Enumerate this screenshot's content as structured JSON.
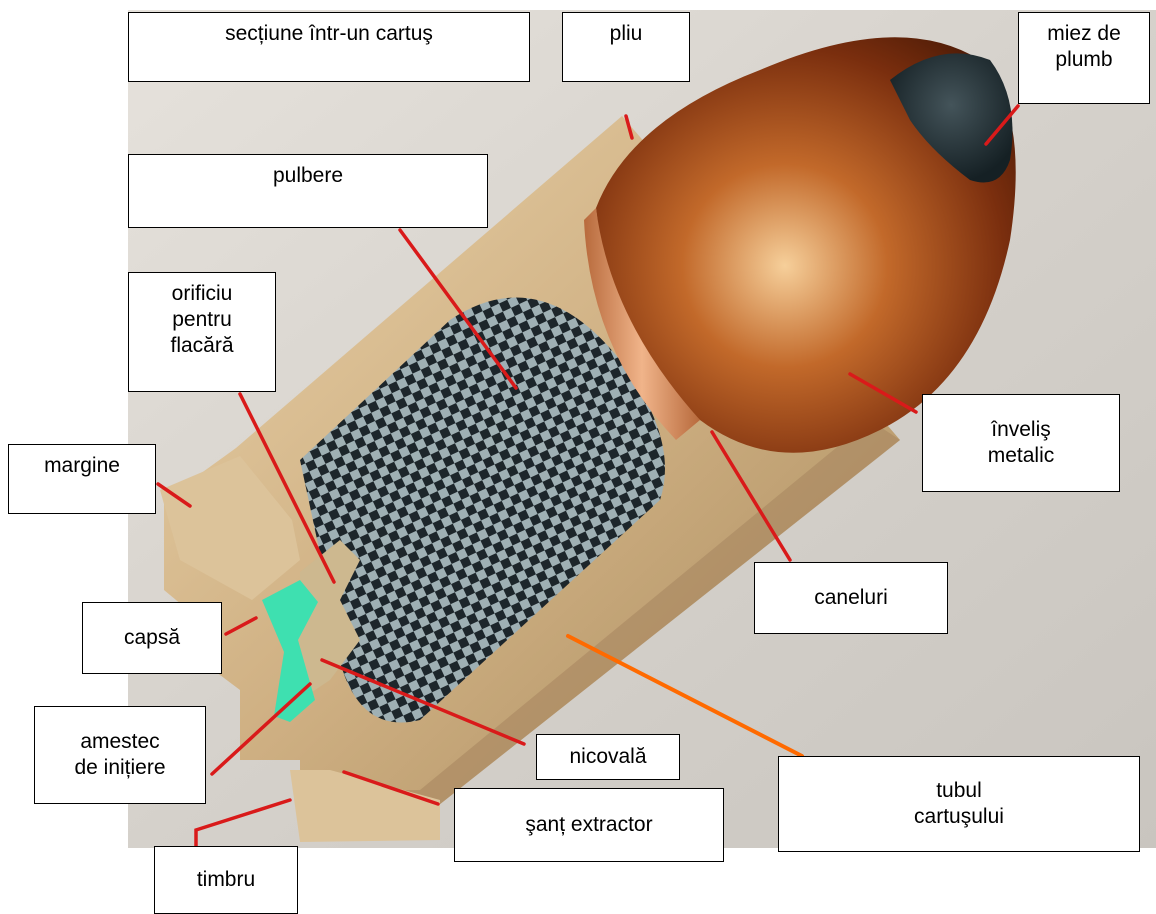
{
  "labels": {
    "title": "secțiune într-un cartuş",
    "crimp": "pliu",
    "lead_core": "miez de\nplumb",
    "powder": "pulbere",
    "flash_hole": "orificiu\npentru\nflacără",
    "rim": "margine",
    "jacket": "înveliş\nmetalic",
    "cannelure": "caneluri",
    "primer_cup": "capsă",
    "priming_mix": "amestec\nde inițiere",
    "anvil": "nicovală",
    "case": "tubul\ncartuşului",
    "extractor_groove": "şanț extractor",
    "headstamp": "timbru"
  },
  "colors": {
    "leader": "#d91a1a",
    "leader_case": "#ff6a00",
    "brass": "#cfb083",
    "bullet": "#8a3a12",
    "primer_compound": "#3ee0b0"
  }
}
